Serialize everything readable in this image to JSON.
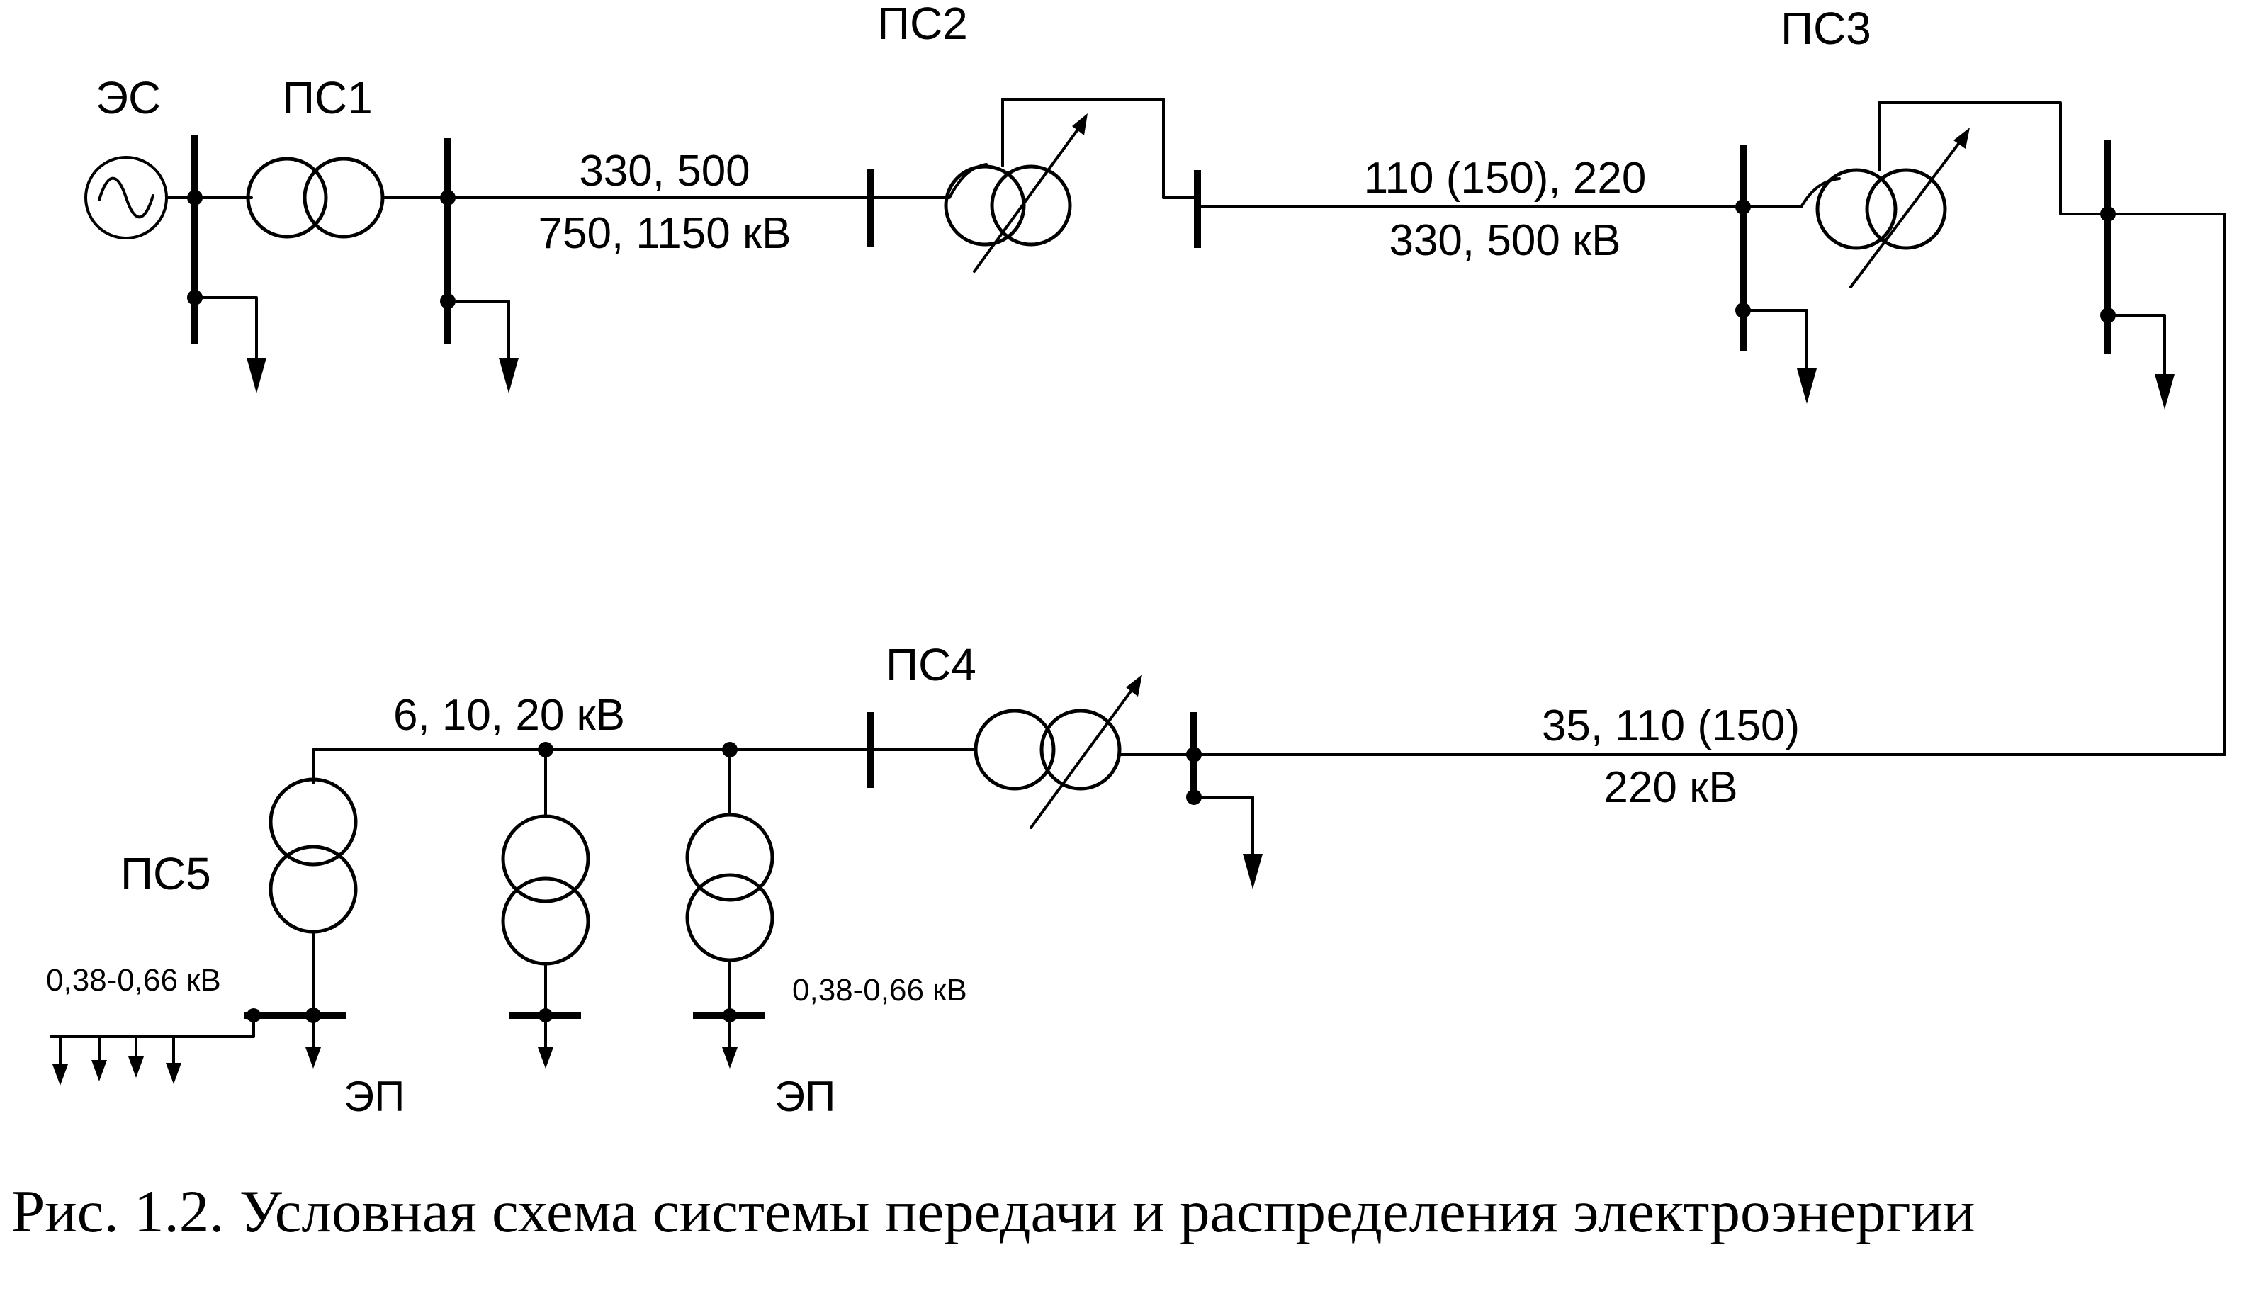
{
  "labels": {
    "es": "ЭС",
    "ps1": "ПС1",
    "ps2": "ПС2",
    "ps3": "ПС3",
    "ps4": "ПС4",
    "ps5": "ПС5",
    "ep_left": "ЭП",
    "ep_right": "ЭП"
  },
  "voltages": {
    "line1_top": "330, 500",
    "line1_bottom": "750, 1150 кВ",
    "line2_top": "110 (150), 220",
    "line2_bottom": "330, 500 кВ",
    "line3_top": "35, 110 (150)",
    "line3_bottom": "220 кВ",
    "distribution": "6, 10, 20 кВ",
    "lv_left": "0,38-0,66 кВ",
    "lv_right": "0,38-0,66 кВ"
  },
  "caption": "Рис. 1.2. Условная схема системы передачи и распределения электроэнергии"
}
